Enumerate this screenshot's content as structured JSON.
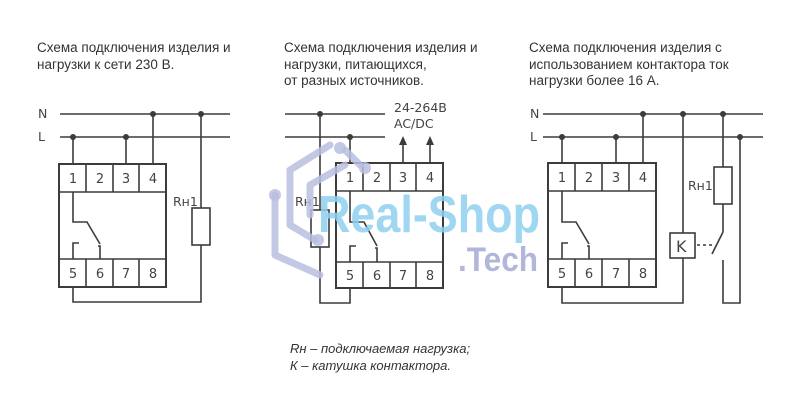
{
  "captions": {
    "diagram1": "Схема подключения изделия и\nнагрузки к сети 230 В.",
    "diagram2": "Схема подключения изделия и\nнагрузки, питающихся,\nот разных источников.",
    "diagram3": "Схема подключения изделия с\nиспользованием контактора ток\nнагрузки более 16 А."
  },
  "labels": {
    "neutral": "N",
    "line": "L",
    "load": "Rн1",
    "contactor_coil": "K",
    "supply_voltage": "24-264В",
    "supply_type": "AC/DC"
  },
  "terminals": {
    "top": [
      "1",
      "2",
      "3",
      "4"
    ],
    "bottom": [
      "5",
      "6",
      "7",
      "8"
    ]
  },
  "legend": {
    "line1": "Rн – подключаемая нагрузка;",
    "line2": "К – катушка контактора."
  },
  "watermark": {
    "brand": "Real-Shop",
    "suffix": ".Tech",
    "colors": {
      "brand": "#8fd0f0",
      "suffix": "#a9afd6"
    }
  },
  "colors": {
    "line": "#3c3c3c",
    "text": "#333333",
    "background": "#ffffff"
  }
}
